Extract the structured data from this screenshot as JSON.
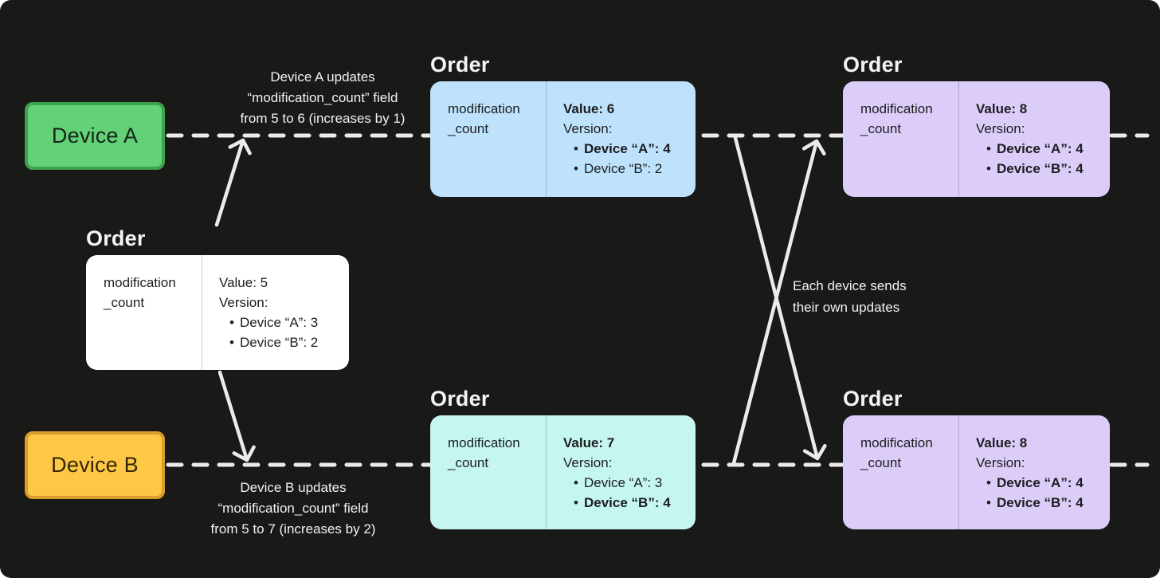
{
  "canvas": {
    "bg": "#191917",
    "line_color": "#ECEBE9"
  },
  "devices": {
    "a": {
      "label": "Device A",
      "fill": "#63D276",
      "border": "#3EA14B",
      "text_color": "#15241A"
    },
    "b": {
      "label": "Device B",
      "fill": "#FDC845",
      "border": "#DC9E2B",
      "text_color": "#332605"
    }
  },
  "annotations": {
    "device_a_update": {
      "lines": [
        "Device A updates",
        "“modification_count” field",
        "from 5 to 6 (increases by 1)"
      ]
    },
    "device_b_update": {
      "lines": [
        "Device B updates",
        "“modification_count” field",
        "from 5 to 7 (increases by 2)"
      ]
    },
    "sync": {
      "lines": [
        "Each device sends",
        "their own updates"
      ]
    }
  },
  "cards": {
    "initial": {
      "title": "Order",
      "bg": "#FFFFFF",
      "field": {
        "line1": "modification",
        "line2": "_count"
      },
      "value": {
        "text": "Value: 5",
        "bold": false
      },
      "version_label": "Version:",
      "entries": [
        {
          "text": "Device “A”: 3",
          "bold": false
        },
        {
          "text": "Device “B”: 2",
          "bold": false
        }
      ]
    },
    "device_a_updated": {
      "title": "Order",
      "bg": "#BEE2FB",
      "field": {
        "line1": "modification",
        "line2": "_count"
      },
      "value": {
        "text": "Value: 6",
        "bold": true
      },
      "version_label": "Version:",
      "entries": [
        {
          "text": "Device “A”: 4",
          "bold": true
        },
        {
          "text": "Device “B”: 2",
          "bold": false
        }
      ]
    },
    "device_b_updated": {
      "title": "Order",
      "bg": "#C5F6EF",
      "field": {
        "line1": "modification",
        "line2": "_count"
      },
      "value": {
        "text": "Value: 7",
        "bold": true
      },
      "version_label": "Version:",
      "entries": [
        {
          "text": "Device “A”: 3",
          "bold": false
        },
        {
          "text": "Device “B”: 4",
          "bold": true
        }
      ]
    },
    "merged_top": {
      "title": "Order",
      "bg": "#DCCCF8",
      "field": {
        "line1": "modification",
        "line2": "_count"
      },
      "value": {
        "text": "Value: 8",
        "bold": true
      },
      "version_label": "Version:",
      "entries": [
        {
          "text": "Device “A”: 4",
          "bold": true
        },
        {
          "text": "Device “B”: 4",
          "bold": true
        }
      ]
    },
    "merged_bottom": {
      "title": "Order",
      "bg": "#DCCCF8",
      "field": {
        "line1": "modification",
        "line2": "_count"
      },
      "value": {
        "text": "Value: 8",
        "bold": true
      },
      "version_label": "Version:",
      "entries": [
        {
          "text": "Device “A”: 4",
          "bold": true
        },
        {
          "text": "Device “B”: 4",
          "bold": true
        }
      ]
    }
  }
}
